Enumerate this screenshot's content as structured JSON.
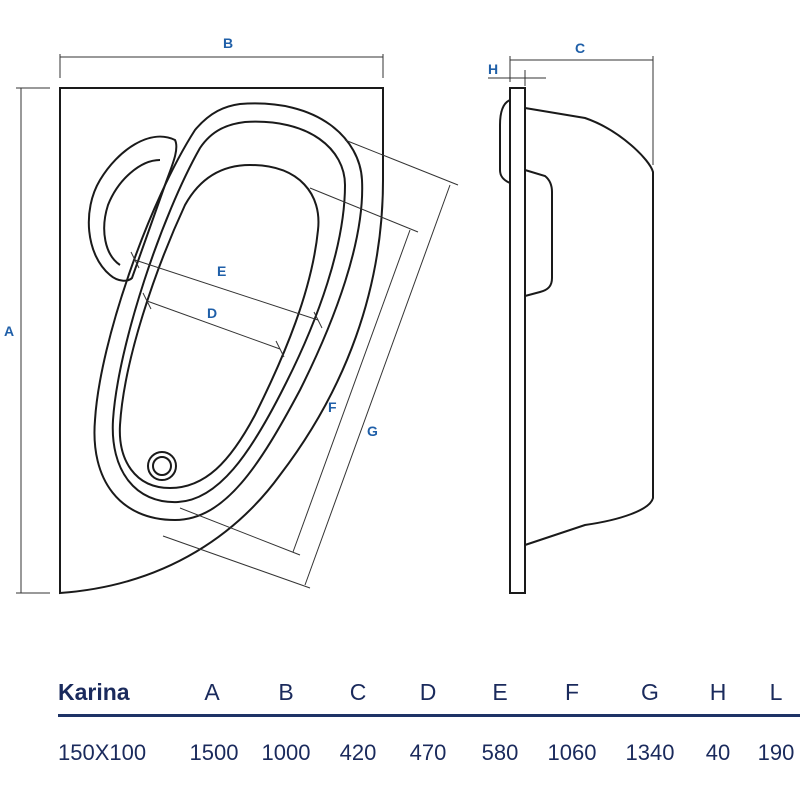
{
  "dimension_labels": {
    "a": "A",
    "b": "B",
    "c": "C",
    "d": "D",
    "e": "E",
    "f": "F",
    "g": "G",
    "h": "H"
  },
  "table": {
    "model_header": "Karina",
    "headers": [
      "A",
      "B",
      "C",
      "D",
      "E",
      "F",
      "G",
      "H",
      "L"
    ],
    "model_value": "150X100",
    "values": [
      "1500",
      "1000",
      "420",
      "470",
      "580",
      "1060",
      "1340",
      "40",
      "190"
    ]
  },
  "colors": {
    "label_blue": "#1f5fa8",
    "table_text": "#1a2a5c",
    "divider": "#1e3366"
  }
}
